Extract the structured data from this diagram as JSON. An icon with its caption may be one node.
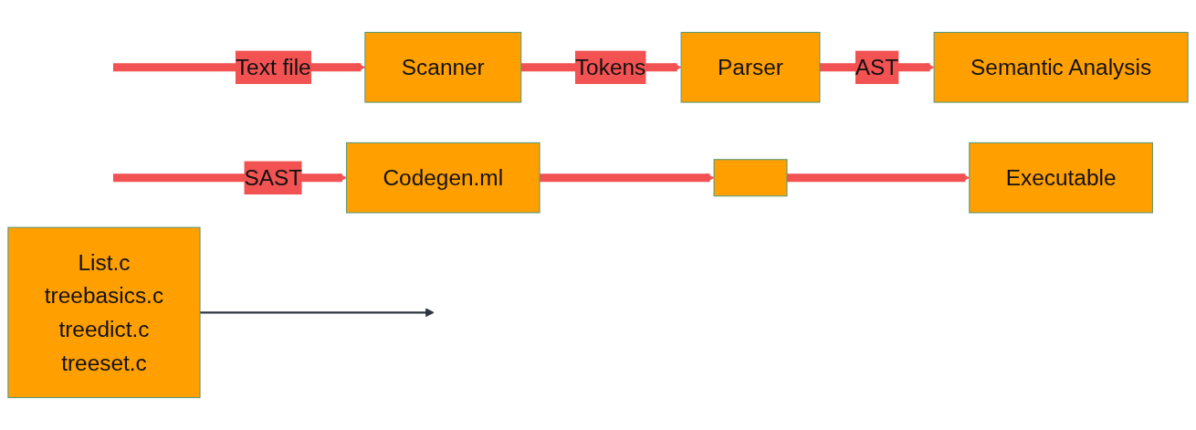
{
  "diagram": {
    "nodes": [
      {
        "text": [
          "Scanner"
        ]
      },
      {
        "text": [
          "Parser"
        ]
      },
      {
        "text": [
          "Semantic Analysis"
        ]
      },
      {
        "text": [
          "Codegen.ml"
        ]
      },
      {
        "text": [],
        "shape": "box"
      },
      {
        "text": [
          "Executable"
        ]
      },
      {
        "text": [
          "List.c",
          "treebasics.c",
          "treedict.c",
          "treeset.c"
        ]
      }
    ],
    "edges": [
      {
        "from": null,
        "to": 0,
        "arrow": "to",
        "label": "Text file"
      },
      {
        "from": 0,
        "to": 1,
        "arrow": "to",
        "label": "Tokens"
      },
      {
        "from": 1,
        "to": 2,
        "arrow": "to",
        "label": "AST"
      },
      {
        "from": null,
        "to": 3,
        "arrow": "to",
        "label": "SAST"
      },
      {
        "from": 3,
        "to": 4,
        "arrow": "to"
      },
      {
        "from": 4,
        "to": 5,
        "arrow": "to"
      },
      {
        "from": 6,
        "to": null,
        "arrow": "to",
        "color": "#2e3440"
      }
    ]
  }
}
